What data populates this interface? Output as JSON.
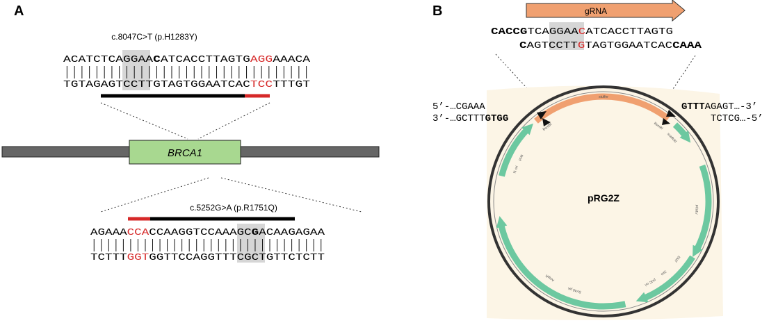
{
  "panels": [
    {
      "letter": "A"
    },
    {
      "letter": "B"
    }
  ],
  "panel_a": {
    "gene_label": "BRCA1",
    "top_mutation_label": "c.8047C>T (p.H1283Y)",
    "top_seq": {
      "strand1": [
        {
          "t": "ACATCTCAGGAA"
        },
        {
          "t": "C",
          "style": "bold"
        },
        {
          "t": "ATCACCTTAGTG"
        },
        {
          "t": "AGG",
          "style": "red"
        },
        {
          "t": "AAACA"
        }
      ],
      "strand2": [
        {
          "t": "TGTAGAGTCCTTGTAGTGGAATCAC"
        },
        {
          "t": "TCC",
          "style": "red"
        },
        {
          "t": "TTTGT"
        }
      ]
    },
    "bottom_mutation_label": "c.5252G>A (p.R1751Q)",
    "bottom_seq": {
      "strand1": [
        {
          "t": "AGAAA"
        },
        {
          "t": "CCA",
          "style": "red"
        },
        {
          "t": "CCAAGGTCCAAAGC"
        },
        {
          "t": "G",
          "style": "bold"
        },
        {
          "t": "ACAAGAGAA"
        }
      ],
      "strand2": [
        {
          "t": "TCTTT"
        },
        {
          "t": "GGT",
          "style": "red"
        },
        {
          "t": "GGTTCCAGGTTTCGCTGTTCTCTT"
        }
      ]
    }
  },
  "panel_b": {
    "grna_label": "gRNA",
    "grna_seq": {
      "strand1": [
        {
          "t": "CACCG",
          "style": "bold"
        },
        {
          "t": "TCAGGAA"
        },
        {
          "t": "C",
          "style": "red"
        },
        {
          "t": "ATCACCTTAGTG"
        }
      ],
      "strand2": [
        {
          "t": "C",
          "style": "bold"
        },
        {
          "t": "AGTCCTT"
        },
        {
          "t": "G",
          "style": "red"
        },
        {
          "t": "TAGTGGAATCAC"
        },
        {
          "t": "CAAA",
          "style": "bold"
        }
      ]
    },
    "left_end": {
      "line1": [
        {
          "t": "5’-…CGAAA"
        }
      ],
      "line2": [
        {
          "t": "3’-…GCTTT"
        },
        {
          "t": "GTGG",
          "style": "bold"
        }
      ]
    },
    "right_end": {
      "line1": [
        {
          "t": "GTTT",
          "style": "bold"
        },
        {
          "t": "AGAGT…-3’"
        }
      ],
      "line2": [
        {
          "t": "TCTCG…-5’"
        }
      ]
    },
    "plasmid_name": "pRG2Z",
    "feature_labels": [
      "stuffer",
      "BsmBI",
      "BsmBI",
      "pU6",
      "scaffold",
      "pUC ori",
      "AmpR",
      "pCMV",
      "Zeo",
      "EM7",
      "SV40 pA",
      "f1 ori"
    ]
  },
  "colors": {
    "gene_box": "#a8d890",
    "gray_bar": "#666666",
    "red": "#d62828",
    "orange": "#f0a070",
    "green": "#6cc8a0",
    "plasmid_bg": "#fcf5e6",
    "highlight": "#d6d6d6"
  }
}
